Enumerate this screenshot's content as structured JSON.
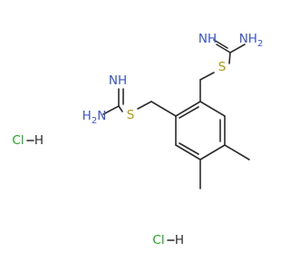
{
  "colors": {
    "bond": "#2b2b2b",
    "nitrogen": "#3a55cf",
    "sulfur": "#b39700",
    "chlorine": "#1fa51f"
  },
  "labels": {
    "nh_top": "NH",
    "nh2_top": "NH",
    "nh2_top_sub": "2",
    "s_top": "S",
    "nh_left": "NH",
    "h2n_left_h": "H",
    "h2n_left_sub": "2",
    "h2n_left_n": "N",
    "s_left": "S",
    "cl_1": "Cl",
    "h_1": "H",
    "cl_2": "Cl",
    "h_2": "H"
  }
}
